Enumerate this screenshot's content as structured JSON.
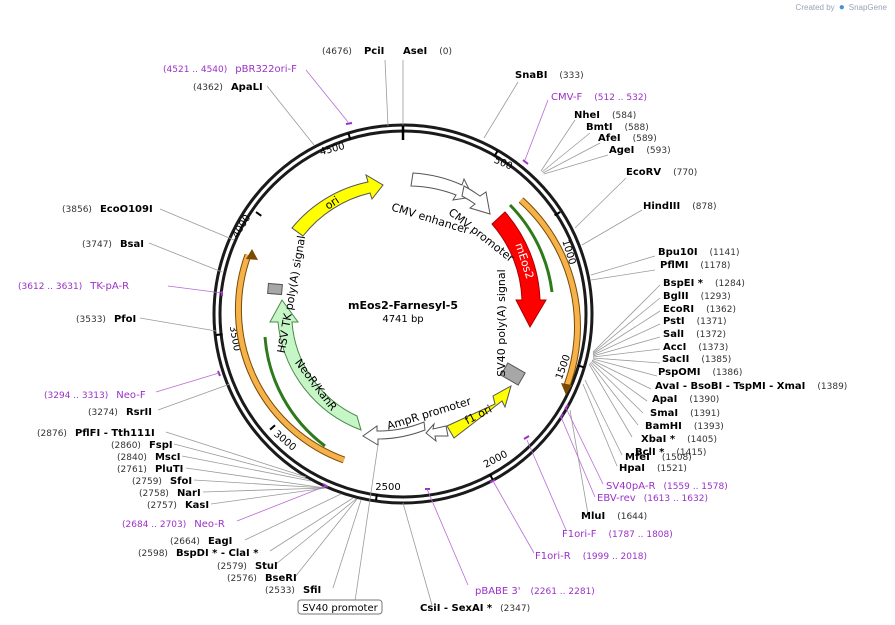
{
  "brand": {
    "created_by": "Created by",
    "name": "SnapGene"
  },
  "plasmid": {
    "name": "mEos2-Farnesyl-5",
    "length": "4741 bp",
    "total_bp": 4741
  },
  "colors": {
    "site": "#000000",
    "primer": "#9b30c8",
    "count": "#333333"
  },
  "ticks": [
    "500",
    "1000",
    "1500",
    "2000",
    "2500",
    "3000",
    "3500",
    "4000",
    "4500"
  ],
  "features": [
    {
      "label": "CMV enhancer",
      "start": 236,
      "end": 541,
      "color": "#ffffff",
      "fwd": true
    },
    {
      "label": "CMV promoter",
      "start": 542,
      "end": 745,
      "color": "#ffffff",
      "fwd": true
    },
    {
      "label": "mEos2",
      "start": 760,
      "end": 1434,
      "color": "#ff0000",
      "fwd": true
    },
    {
      "label": "SV40 poly(A) signal",
      "start": 1562,
      "end": 1683,
      "color": "#a7a7a7",
      "fwd": true
    },
    {
      "label": "f1 ori",
      "start": 1756,
      "end": 2211,
      "color": "#ffff00",
      "fwd": true
    },
    {
      "label": "AmpR promoter",
      "start": 2237,
      "end": 2341,
      "color": "#ffffff",
      "fwd": false
    },
    {
      "label": "SV40 promoter",
      "start": 2342,
      "end": 2671,
      "color": "#ffffff",
      "fwd": false
    },
    {
      "label": "NeoR/KanR",
      "start": 2719,
      "end": 3513,
      "color": "#c6f5c6",
      "fwd": false
    },
    {
      "label": "HSV TK poly(A) signal",
      "start": 3747,
      "end": 3795,
      "color": "#a7a7a7",
      "fwd": false
    },
    {
      "label": "ori",
      "start": 4130,
      "end": 4718,
      "color": "#ffff00",
      "fwd": true
    }
  ],
  "sites": [
    {
      "name": "AseI",
      "pos": "(0)"
    },
    {
      "name": "PciI",
      "pos": "(4676)"
    },
    {
      "name": "SnaBI",
      "pos": "(333)"
    },
    {
      "name": "NheI",
      "pos": "(584)"
    },
    {
      "name": "BmtI",
      "pos": "(588)"
    },
    {
      "name": "AfeI",
      "pos": "(589)"
    },
    {
      "name": "AgeI",
      "pos": "(593)"
    },
    {
      "name": "EcoRV",
      "pos": "(770)"
    },
    {
      "name": "HindIII",
      "pos": "(878)"
    },
    {
      "name": "Bpu10I",
      "pos": "(1141)"
    },
    {
      "name": "PflMI",
      "pos": "(1178)"
    },
    {
      "name": "BspEI *",
      "pos": "(1284)"
    },
    {
      "name": "BglII",
      "pos": "(1293)"
    },
    {
      "name": "EcoRI",
      "pos": "(1362)"
    },
    {
      "name": "PstI",
      "pos": "(1371)"
    },
    {
      "name": "SalI",
      "pos": "(1372)"
    },
    {
      "name": "AccI",
      "pos": "(1373)"
    },
    {
      "name": "SacII",
      "pos": "(1385)"
    },
    {
      "name": "PspOMI",
      "pos": "(1386)"
    },
    {
      "name": "AvaI  - BsoBI  - TspMI  - XmaI",
      "pos": "(1389)"
    },
    {
      "name": "ApaI",
      "pos": "(1390)"
    },
    {
      "name": "SmaI",
      "pos": "(1391)"
    },
    {
      "name": "BamHI",
      "pos": "(1393)"
    },
    {
      "name": "XbaI *",
      "pos": "(1405)"
    },
    {
      "name": "BclI *",
      "pos": "(1415)"
    },
    {
      "name": "MfeI",
      "pos": "(1508)"
    },
    {
      "name": "HpaI",
      "pos": "(1521)"
    },
    {
      "name": "MluI",
      "pos": "(1644)"
    },
    {
      "name": "CsiI  - SexAI *",
      "pos": "(2347)"
    },
    {
      "name": "SfiI",
      "pos": "(2533)"
    },
    {
      "name": "BseRI",
      "pos": "(2576)"
    },
    {
      "name": "StuI",
      "pos": "(2579)"
    },
    {
      "name": "BspDI *  - ClaI *",
      "pos": "(2598)"
    },
    {
      "name": "EagI",
      "pos": "(2664)"
    },
    {
      "name": "KasI",
      "pos": "(2757)"
    },
    {
      "name": "NarI",
      "pos": "(2758)"
    },
    {
      "name": "SfoI",
      "pos": "(2759)"
    },
    {
      "name": "PluTI",
      "pos": "(2761)"
    },
    {
      "name": "MscI",
      "pos": "(2840)"
    },
    {
      "name": "FspI",
      "pos": "(2860)"
    },
    {
      "name": "PflFI  - Tth111I",
      "pos": "(2876)"
    },
    {
      "name": "RsrII",
      "pos": "(3274)"
    },
    {
      "name": "PfoI",
      "pos": "(3533)"
    },
    {
      "name": "BsaI",
      "pos": "(3747)"
    },
    {
      "name": "EcoO109I",
      "pos": "(3856)"
    },
    {
      "name": "ApaLI",
      "pos": "(4362)"
    }
  ],
  "primers": [
    {
      "name": "pBR322ori-F",
      "pos": "(4521 .. 4540)"
    },
    {
      "name": "CMV-F",
      "pos": "(512 .. 532)"
    },
    {
      "name": "SV40pA-R",
      "pos": "(1559 .. 1578)"
    },
    {
      "name": "EBV-rev",
      "pos": "(1613 .. 1632)"
    },
    {
      "name": "F1ori-F",
      "pos": "(1787 .. 1808)"
    },
    {
      "name": "F1ori-R",
      "pos": "(1999 .. 2018)"
    },
    {
      "name": "pBABE 3'",
      "pos": "(2261 .. 2281)"
    },
    {
      "name": "Neo-R",
      "pos": "(2684 .. 2703)"
    },
    {
      "name": "Neo-F",
      "pos": "(3294 .. 3313)"
    },
    {
      "name": "TK-pA-R",
      "pos": "(3612 .. 3631)"
    }
  ]
}
